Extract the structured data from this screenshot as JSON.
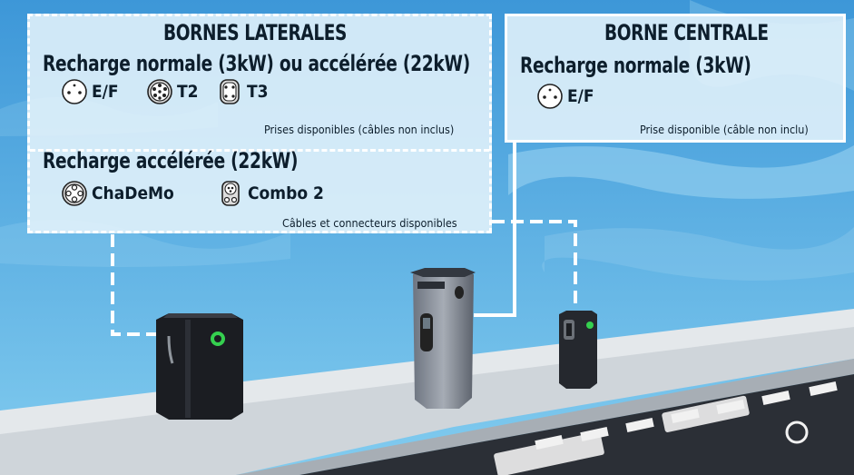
{
  "lateral": {
    "title": "BORNES LATERALES",
    "section1_heading": "Recharge normale (3kW) ou accélérée (22kW)",
    "section1_plugs": [
      {
        "icon": "ef-plug-icon",
        "label": "E/F"
      },
      {
        "icon": "t2-plug-icon",
        "label": "T2"
      },
      {
        "icon": "t3-plug-icon",
        "label": "T3"
      }
    ],
    "section1_note": "Prises disponibles (câbles non inclus)",
    "section2_heading": "Recharge accélérée (22kW)",
    "section2_plugs": [
      {
        "icon": "chademo-plug-icon",
        "label": "ChaDeMo"
      },
      {
        "icon": "combo2-plug-icon",
        "label": "Combo 2"
      }
    ],
    "section2_note": "Câbles et connecteurs disponibles"
  },
  "central": {
    "title": "BORNE CENTRALE",
    "heading": "Recharge normale (3kW)",
    "plugs": [
      {
        "icon": "ef-plug-icon",
        "label": "E/F"
      }
    ],
    "note": "Prise disponible (câble non inclu)"
  },
  "colors": {
    "sky": "#5eb3e6",
    "panel_bg": "#e8f5fc",
    "text": "#0d1e2c",
    "charger_green": "#35d04f",
    "road": "#2b2f36"
  }
}
